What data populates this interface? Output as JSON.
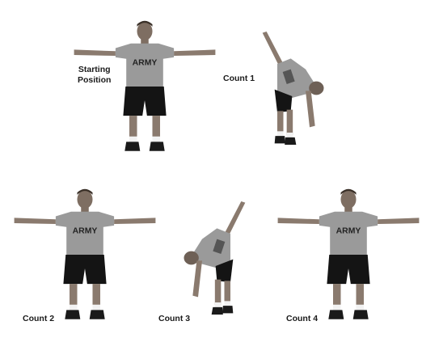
{
  "labels": {
    "starting_line1": "Starting",
    "starting_line2": "Position",
    "count1": "Count 1",
    "count2": "Count 2",
    "count3": "Count 3",
    "count4": "Count 4"
  },
  "shirt_text": "ARMY",
  "colors": {
    "shirt": "#9a9a9a",
    "skin": "#8a7a6e",
    "shorts": "#141414",
    "shoes": "#1a1a1a",
    "socks": "#f2f2f2",
    "text": "#1a1a1a"
  }
}
